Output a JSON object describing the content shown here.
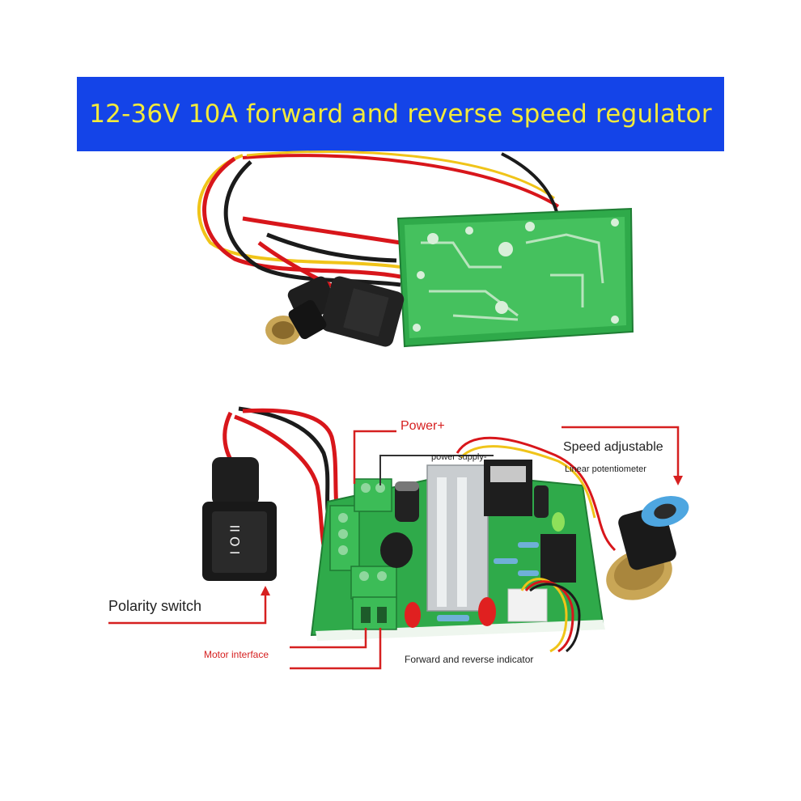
{
  "banner": {
    "title": "12-36V 10A forward and reverse speed regulator",
    "bg_color": "#1444e8",
    "text_color": "#f3ea3a"
  },
  "labels": {
    "power_plus": "Power+",
    "power_supply_minus": "power supply-",
    "speed_adjustable": "Speed adjustable",
    "linear_potentiometer": "Linear potentiometer",
    "polarity_switch": "Polarity switch",
    "motor_interface": "Motor interface",
    "forward_reverse_indicator": "Forward and reverse indicator"
  },
  "colors": {
    "pcb_green": "#2faa4a",
    "callout_red": "#d62020",
    "wire_red": "#d8161b",
    "wire_black": "#1b1b1b",
    "wire_yellow": "#f0c419",
    "terminal_green": "#3cbc57",
    "knob_blue": "#4ea6e0"
  }
}
